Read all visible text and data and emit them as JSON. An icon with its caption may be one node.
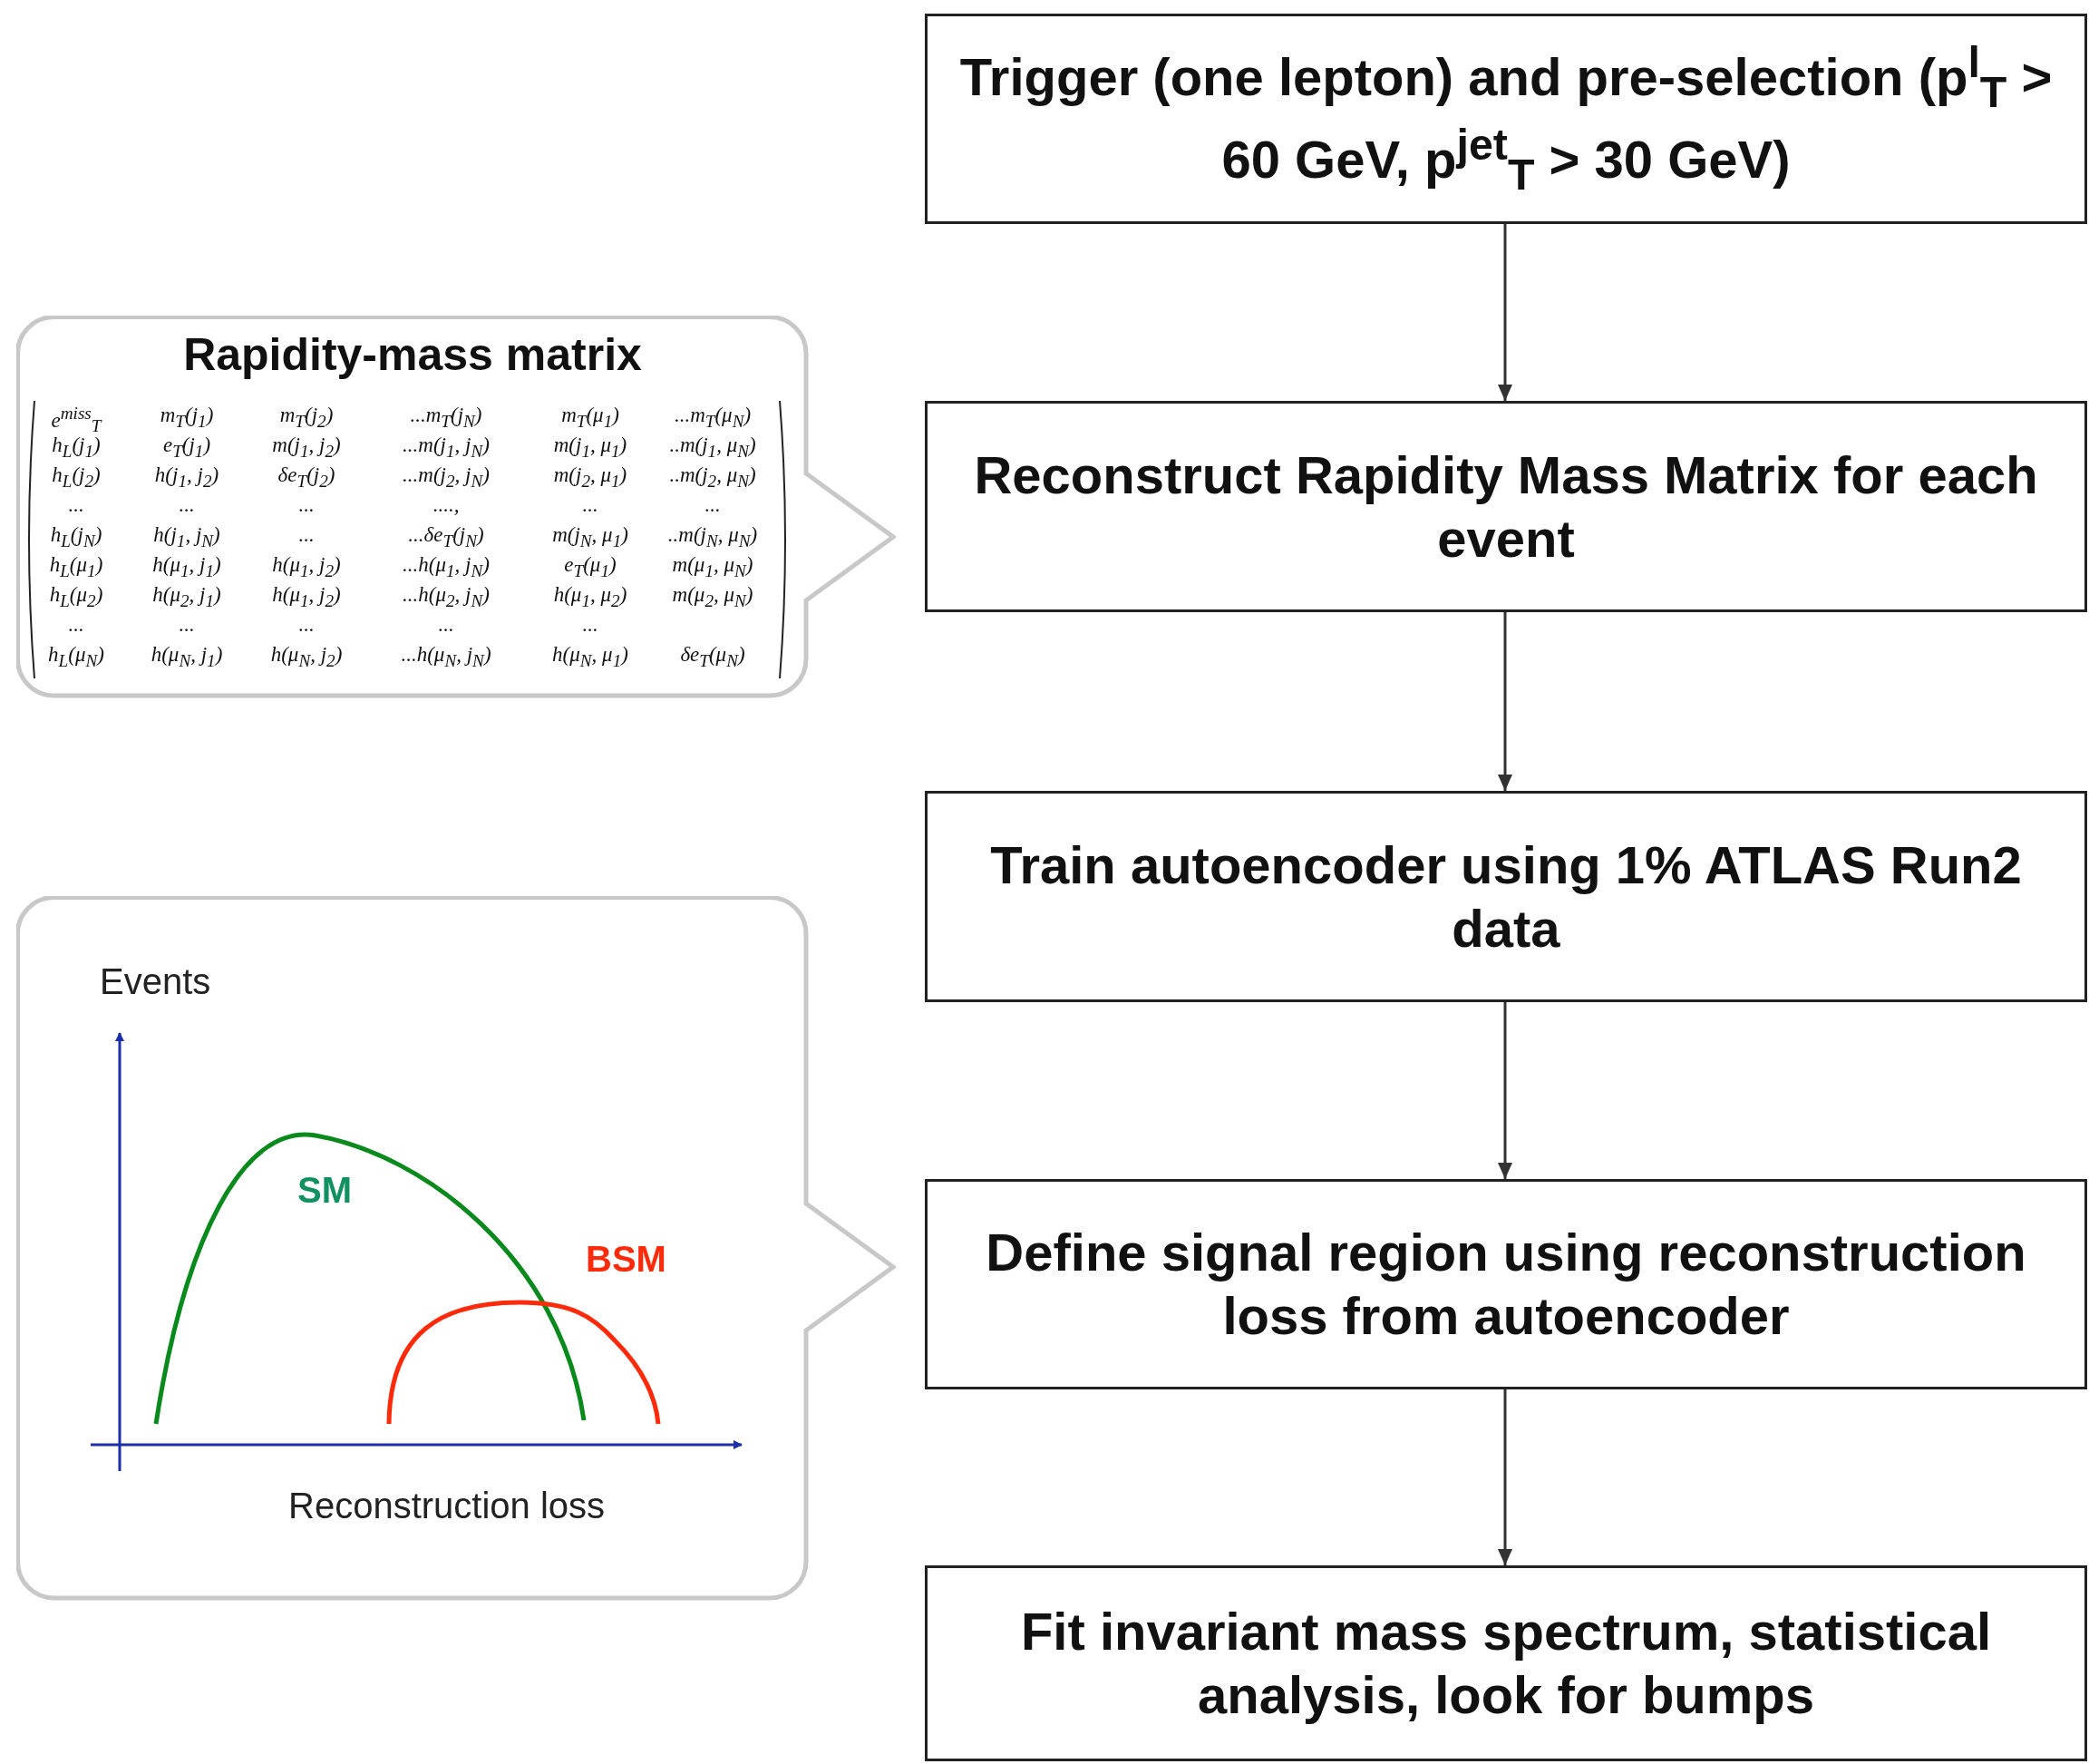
{
  "diagram": {
    "nodes": [
      {
        "text": [
          "Trigger (one lepton) and pre-selection (p$^{l}$$_{T}$ > 60 GeV, p$^{jet}$$_{T}$ > 30 GeV)"
        ]
      },
      {
        "text": [
          "Rapidity-mass matrix",
          "e$^{miss}$$_{T}$",
          "m$_{T}$(j$_{1}$)",
          "m$_{T}$(j$_{2}$)",
          "...m$_{T}$(j$_{N}$)",
          "m$_{T}$(μ$_{1}$)",
          "...m$_{T}$(μ$_{N}$)",
          "h$_{L}$(j$_{1}$)",
          "e$_{T}$(j$_{1}$)",
          "m(j$_{1}$, j$_{2}$)",
          "...m(j$_{1}$, j$_{N}$)",
          "m(j$_{1}$, μ$_{1}$)",
          "..m(j$_{1}$, μ$_{N}$)",
          "h$_{L}$(j$_{2}$)",
          "h(j$_{1}$, j$_{2}$)",
          "δe$_{T}$(j$_{2}$)",
          "...m(j$_{2}$, j$_{N}$)",
          "m(j$_{2}$, μ$_{1}$)",
          "..m(j$_{2}$, μ$_{N}$)",
          "...",
          "...",
          "...",
          "....,",
          "...",
          "...",
          "h$_{L}$(j$_{N}$)",
          "h(j$_{1}$, j$_{N}$)",
          "...",
          "...δe$_{T}$(j$_{N}$)",
          "m(j$_{N}$, μ$_{1}$)",
          "..m(j$_{N}$, μ$_{N}$)",
          "h$_{L}$(μ$_{1}$)",
          "h(μ$_{1}$, j$_{1}$)",
          "h(μ$_{1}$, j$_{2}$)",
          "...h(μ$_{1}$, j$_{N}$)",
          "e$_{T}$(μ$_{1}$)",
          "m(μ$_{1}$, μ$_{N}$)",
          "h$_{L}$(μ$_{2}$)",
          "h(μ$_{2}$, j$_{1}$)",
          "h(μ$_{1}$, j$_{2}$)",
          "...h(μ$_{2}$, j$_{N}$)",
          "h(μ$_{1}$, μ$_{2}$)",
          "m(μ$_{2}$, μ$_{N}$)",
          "...",
          "...",
          "...",
          "...",
          "...",
          "h$_{L}$(μ$_{N}$)",
          "h(μ$_{N}$, j$_{1}$)",
          "h(μ$_{N}$, j$_{2}$)",
          "...h(μ$_{N}$, j$_{N}$)",
          "h(μ$_{N}$, μ$_{1}$)",
          "δe$_{T}$(μ$_{N}$)"
        ]
      },
      {
        "text": [
          "Reconstruct Rapidity Mass Matrix for each event"
        ]
      },
      {
        "text": [
          "Train autoencoder using 1% ATLAS Run2 data"
        ]
      },
      {
        "text": [
          "Events",
          "SM",
          "BSM",
          "Reconstruction loss"
        ]
      },
      {
        "text": [
          "Define signal region using reconstruction loss from autoencoder"
        ]
      },
      {
        "text": [
          "Fit invariant mass spectrum, statistical analysis, look for bumps"
        ]
      }
    ],
    "edges": [
      {
        "from": 0,
        "to": 2,
        "arrow": "to"
      },
      {
        "from": 2,
        "to": 3,
        "arrow": "to"
      },
      {
        "from": 3,
        "to": 5,
        "arrow": "to"
      },
      {
        "from": 5,
        "to": 6,
        "arrow": "to"
      }
    ]
  }
}
